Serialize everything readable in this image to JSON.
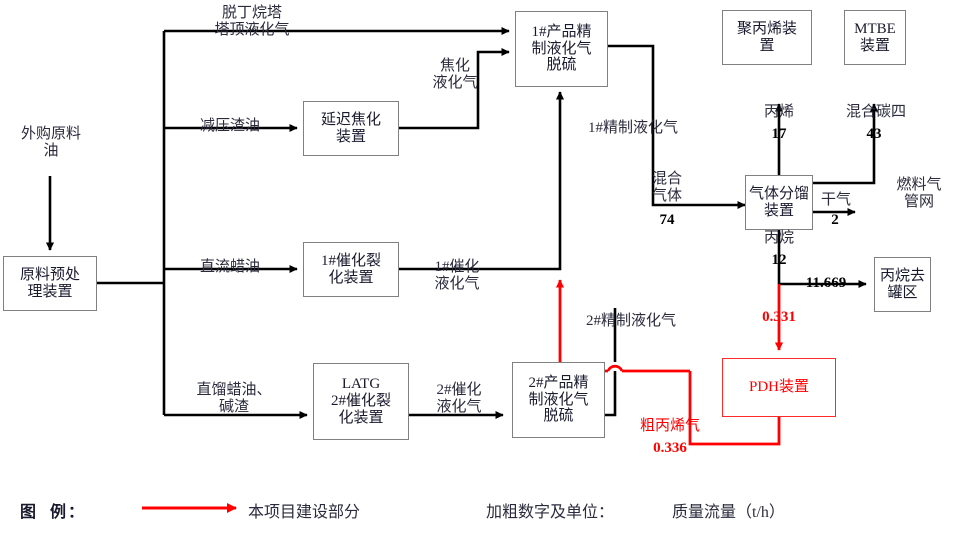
{
  "diagram": {
    "title": "炼化一体化液化气流程图",
    "colors": {
      "black": "#000000",
      "red": "#ff0000",
      "box_border": "#808080",
      "text": "#2b2b3d"
    },
    "units": [
      {
        "id": "feed_pretreat",
        "label": "原料预处\n理装置"
      },
      {
        "id": "delayed_coking",
        "label": "延迟焦化\n装置"
      },
      {
        "id": "fcc1",
        "label": "1#催化裂\n化装置"
      },
      {
        "id": "latg_fcc2",
        "label": "LATG\n2#催化裂\n化装置"
      },
      {
        "id": "desulf1",
        "label": "1#产品精\n制液化气\n脱硫"
      },
      {
        "id": "desulf2",
        "label": "2#产品精\n制液化气\n脱硫"
      },
      {
        "id": "gas_frac",
        "label": "气体分馏\n装置"
      },
      {
        "id": "polypropylene",
        "label": "聚丙烯装\n置"
      },
      {
        "id": "mtbe",
        "label": "MTBE\n装置"
      },
      {
        "id": "propane_tank",
        "label": "丙烷去\n罐区"
      },
      {
        "id": "pdh",
        "label": "PDH装置",
        "accent": "red"
      }
    ],
    "stream_labels": [
      {
        "id": "purchased_feed",
        "label": "外购原料\n油"
      },
      {
        "id": "debutanizer_top",
        "label": "脱丁烷塔\n塔顶液化气"
      },
      {
        "id": "vacuum_residue",
        "label": "减压渣油"
      },
      {
        "id": "coker_lpg",
        "label": "焦化\n液化气"
      },
      {
        "id": "straight_run_wax",
        "label": "直流蜡油"
      },
      {
        "id": "fcc1_lpg",
        "label": "1#催化\n液化气"
      },
      {
        "id": "straight_wax_alkali",
        "label": "直馏蜡油、\n碱渣"
      },
      {
        "id": "fcc2_lpg",
        "label": "2#催化\n液化气"
      },
      {
        "id": "refined1_lpg",
        "label": "1#精制液化气"
      },
      {
        "id": "refined2_lpg",
        "label": "2#精制液化气"
      },
      {
        "id": "mixed_gas",
        "label": "混合\n气体"
      },
      {
        "id": "propylene",
        "label": "丙烯"
      },
      {
        "id": "mixed_c4",
        "label": "混合碳四"
      },
      {
        "id": "dry_gas",
        "label": "干气"
      },
      {
        "id": "fuel_gas_net",
        "label": "燃料气\n管网"
      },
      {
        "id": "propane",
        "label": "丙烷"
      },
      {
        "id": "crude_propylene",
        "label": "粗丙烯气",
        "accent": "red"
      }
    ],
    "flow_values": [
      {
        "id": "mixed_gas_flow",
        "value": "74"
      },
      {
        "id": "propylene_flow",
        "value": "17"
      },
      {
        "id": "mixed_c4_flow",
        "value": "43"
      },
      {
        "id": "dry_gas_flow",
        "value": "2"
      },
      {
        "id": "propane_flow",
        "value": "12"
      },
      {
        "id": "propane_to_tank",
        "value": "11.669"
      },
      {
        "id": "propane_to_pdh",
        "value": "0.331",
        "accent": "red"
      },
      {
        "id": "crude_propylene_flow",
        "value": "0.336",
        "accent": "red"
      }
    ],
    "legend": {
      "key_label": "图  例：",
      "arrow_meaning": "本项目建设部分",
      "bold_note_key": "加粗数字及单位：",
      "bold_note_value": "质量流量（t/h）"
    }
  }
}
